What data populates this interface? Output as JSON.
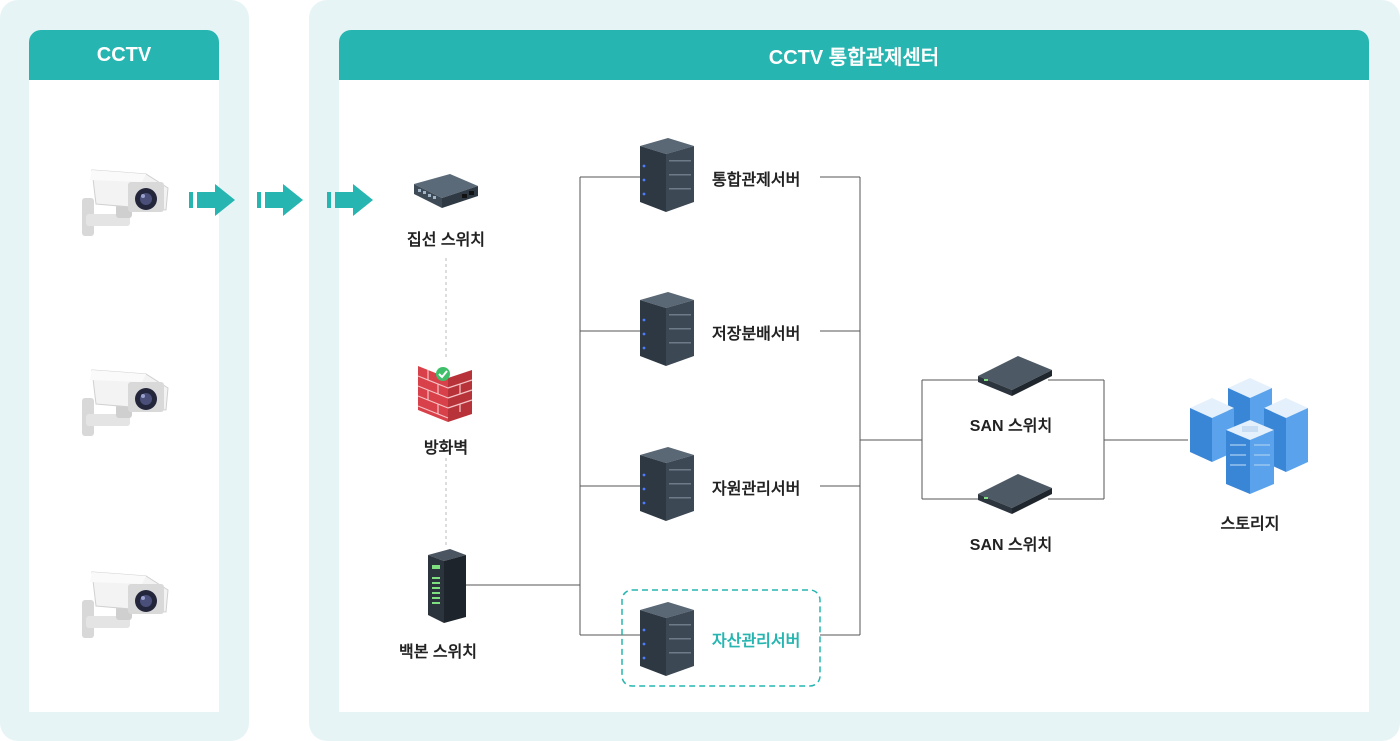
{
  "cctv_panel": {
    "title": "CCTV"
  },
  "center_panel": {
    "title": "CCTV 통합관제센터"
  },
  "nodes": {
    "edge_switch": "집선 스위치",
    "firewall": "방화벽",
    "backbone_switch": "백본 스위치",
    "servers": [
      "통합관제서버",
      "저장분배서버",
      "자원관리서버",
      "자산관리서버"
    ],
    "san_switch_1": "SAN 스위치",
    "san_switch_2": "SAN 스위치",
    "storage": "스토리지"
  },
  "colors": {
    "accent": "#26b5b0",
    "panel_bg": "#e7f4f5",
    "line": "#555555"
  },
  "icons": [
    "cctv-camera-icon",
    "flow-arrow-icon",
    "switch-icon",
    "firewall-icon",
    "backbone-switch-icon",
    "server-icon",
    "san-switch-icon",
    "storage-icon"
  ]
}
